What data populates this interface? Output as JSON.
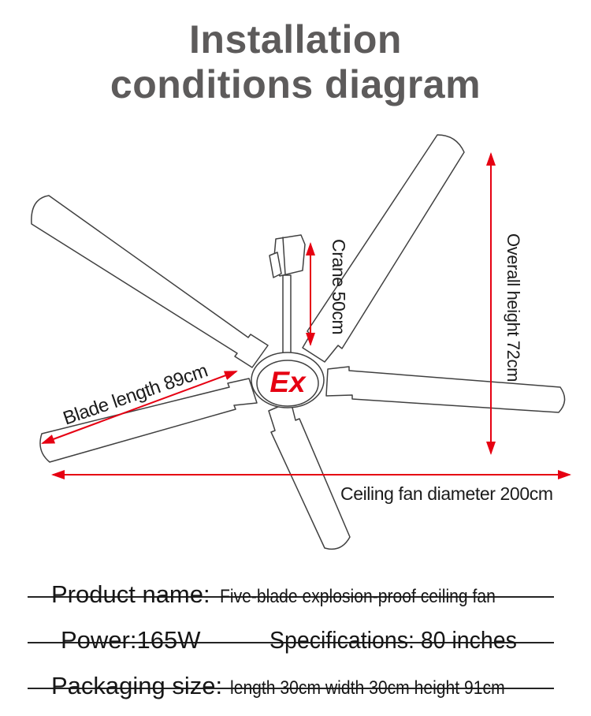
{
  "title": {
    "line1": "Installation",
    "line2": "conditions diagram",
    "color": "#5d5b5b"
  },
  "diagram": {
    "labels": {
      "crane": "Crane 50cm",
      "overall_height": "Overall height 72cm",
      "blade_length": "Blade length 89cm",
      "diameter": "Ceiling fan diameter 200cm",
      "hub_mark": "Ex"
    },
    "colors": {
      "arrow_red": "#e60012",
      "outline_gray": "#404040",
      "hub_mark_red": "#e60012"
    },
    "dimensions": {
      "crane_cm": 50,
      "overall_height_cm": 72,
      "blade_length_cm": 89,
      "diameter_cm": 200
    }
  },
  "spec_table": {
    "rows": [
      {
        "cells": {
          "label": "Product name:",
          "value": "Five-blade explosion-proof ceiling fan"
        }
      },
      {
        "cells": {
          "label": "Power:165W",
          "value": "Specifications: 80 inches"
        }
      },
      {
        "cells": {
          "label": "Packaging size:",
          "value": "length 30cm width 30cm height 91cm"
        }
      }
    ]
  }
}
